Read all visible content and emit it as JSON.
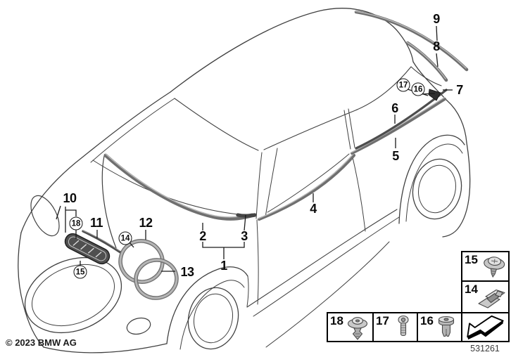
{
  "callouts": {
    "plain": {
      "n1": "1",
      "n2": "2",
      "n3": "3",
      "n4": "4",
      "n5": "5",
      "n6": "6",
      "n7": "7",
      "n8": "8",
      "n9": "9",
      "n10": "10",
      "n11": "11",
      "n12": "12",
      "n13": "13"
    },
    "circled": {
      "n14": "14",
      "n15": "15",
      "n16": "16",
      "n17": "17",
      "n18": "18"
    }
  },
  "legend": {
    "cells": [
      {
        "number": "15",
        "icon": "screw-with-washer-icon"
      },
      {
        "number": "14",
        "icon": "sheet-metal-clip-icon"
      },
      {
        "number": "18",
        "icon": "expanding-rivet-icon"
      },
      {
        "number": "17",
        "icon": "screw-icon"
      },
      {
        "number": "16",
        "icon": "expansion-rivet-icon"
      },
      {
        "number": "",
        "icon": "direction-arrow-icon"
      }
    ]
  },
  "footer": {
    "copyright": "© 2023 BMW AG",
    "diagram_number": "531261"
  },
  "colors": {
    "line": "#404040",
    "trim_gray": "#6f6f6f",
    "trim_highlight": "#b8b8b8",
    "trim_dark": "#4d4d4d",
    "label": "#0b0b0b"
  }
}
